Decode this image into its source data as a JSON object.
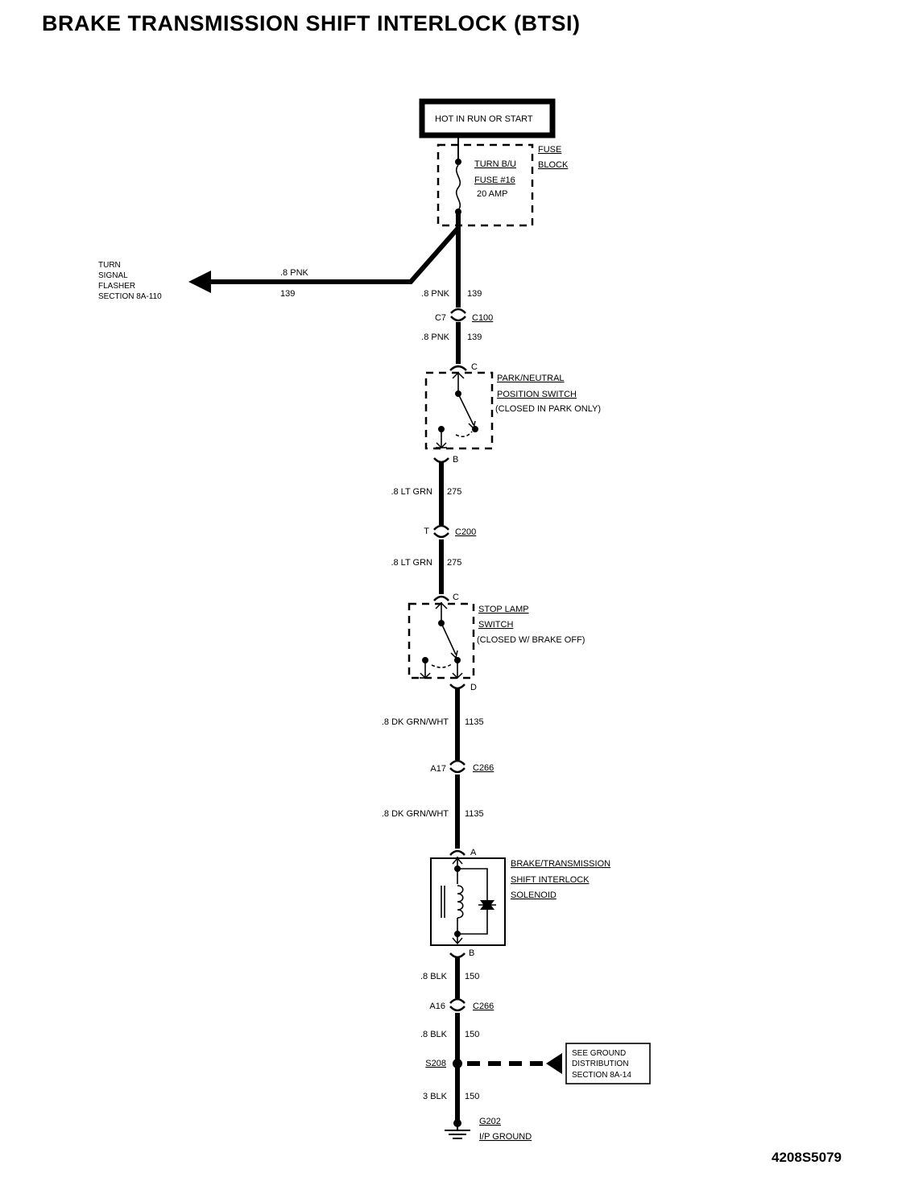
{
  "title": "BRAKE TRANSMISSION SHIFT INTERLOCK (BTSI)",
  "drawing_number": "4208S5079",
  "power_source": "HOT IN RUN OR START",
  "fuse_block": {
    "fuse_line1": "TURN B/U",
    "fuse_line2": "FUSE #16",
    "rating": "20 AMP",
    "label_line1": "FUSE",
    "label_line2": "BLOCK"
  },
  "branch": {
    "wire_color": ".8 PNK",
    "circuit": "139",
    "dest_line1": "TURN",
    "dest_line2": "SIGNAL",
    "dest_line3": "FLASHER",
    "dest_line4": "SECTION 8A-110"
  },
  "wires": {
    "w1_color": ".8 PNK",
    "w1_circuit": "139",
    "w2_color": ".8 PNK",
    "w2_circuit": "139",
    "w3_color": ".8 LT GRN",
    "w3_circuit": "275",
    "w4_color": ".8 LT GRN",
    "w4_circuit": "275",
    "w5_color": ".8 DK GRN/WHT",
    "w5_circuit": "1135",
    "w6_color": ".8 DK GRN/WHT",
    "w6_circuit": "1135",
    "w7_color": ".8 BLK",
    "w7_circuit": "150",
    "w8_color": ".8 BLK",
    "w8_circuit": "150",
    "w9_color": "3 BLK",
    "w9_circuit": "150"
  },
  "connectors": {
    "c100_pin": "C7",
    "c100_name": "C100",
    "c200_pin": "T",
    "c200_name": "C200",
    "c266a_pin": "A17",
    "c266a_name": "C266",
    "c266b_pin": "A16",
    "c266b_name": "C266"
  },
  "pn_switch": {
    "pin_in": "C",
    "pin_out": "B",
    "label1": "PARK/NEUTRAL",
    "label2": "POSITION SWITCH",
    "label3": "(CLOSED IN PARK ONLY)"
  },
  "stop_switch": {
    "pin_in": "C",
    "pin_out": "D",
    "label1": "STOP LAMP",
    "label2": "SWITCH",
    "label3": "(CLOSED W/ BRAKE OFF)"
  },
  "solenoid": {
    "pin_in": "A",
    "pin_out": "B",
    "label1": "BRAKE/TRANSMISSION",
    "label2": "SHIFT INTERLOCK",
    "label3": "SOLENOID"
  },
  "splice": {
    "name": "S208",
    "ref1": "SEE GROUND",
    "ref2": "DISTRIBUTION",
    "ref3": "SECTION 8A-14"
  },
  "ground": {
    "name": "G202",
    "desc": "I/P GROUND"
  }
}
